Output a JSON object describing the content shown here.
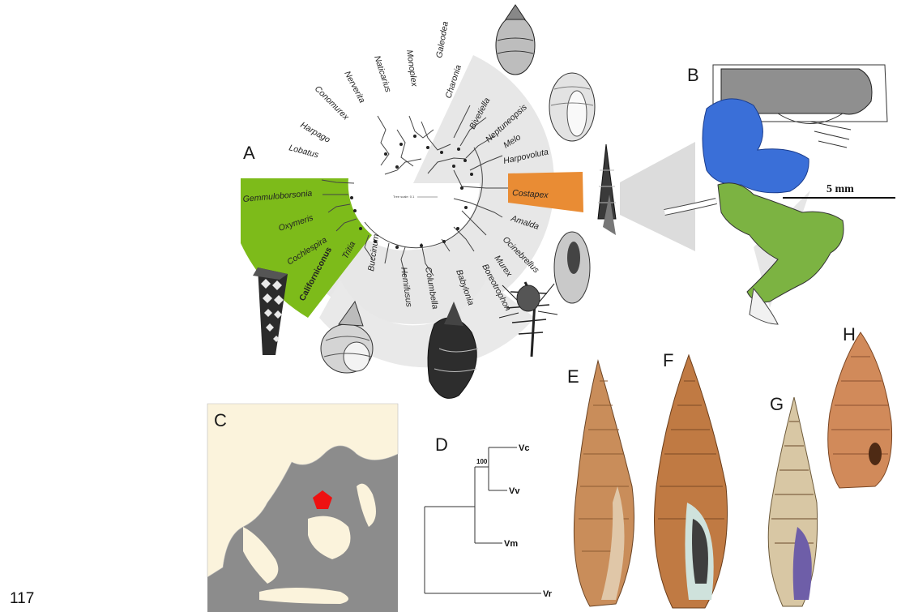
{
  "figure": {
    "page_number": "117",
    "panel_labels": [
      "A",
      "B",
      "C",
      "D",
      "E",
      "F",
      "G",
      "H"
    ],
    "colors": {
      "green_clade": "#7dbb1a",
      "orange_clade": "#e98c34",
      "blue_gland": "#3a6fd8",
      "green_gland": "#7cb342",
      "highlight_marker": "#ee1111",
      "map_sea": "#8c8c8c",
      "map_land": "#fbf3dc",
      "fan_grey": "#e6e6e6"
    },
    "panel_a": {
      "taxa": [
        "Lobatus",
        "Harpago",
        "Conomurex",
        "Nerverita",
        "Naticarius",
        "Monoplex",
        "Galeodea",
        "Charonia",
        "Bivetiella",
        "Neptuneopsis",
        "Melo",
        "Harpovoluta",
        "Costapex",
        "Amalda",
        "Ocinebrellus",
        "Murex",
        "Boreotrophon",
        "Babylonia",
        "Columbella",
        "Hemifusus",
        "Buccinum",
        "Tritia",
        "Californiconus",
        "Cochlespira",
        "Oxymeris",
        "Gemmuloborsonia"
      ],
      "bold_taxon": "Californiconus",
      "tree_scale_label": "Tree scale: 0.1"
    },
    "panel_b": {
      "scale_label": "5 mm"
    },
    "panel_c": {
      "marker": "red-pentagon",
      "region": "Southeast Asia"
    },
    "panel_d": {
      "tips": [
        "Vc",
        "Vv",
        "Vm",
        "Vr"
      ],
      "support_value": "100"
    },
    "shell_icons": [
      "cone-shell",
      "whelk-shell",
      "tun-shell",
      "volute-shell",
      "bonnet-shell",
      "turrid-shell",
      "olive-shell",
      "murex-shell",
      "babylonia-shell",
      "nassa-shell",
      "vexillum-shell"
    ]
  }
}
